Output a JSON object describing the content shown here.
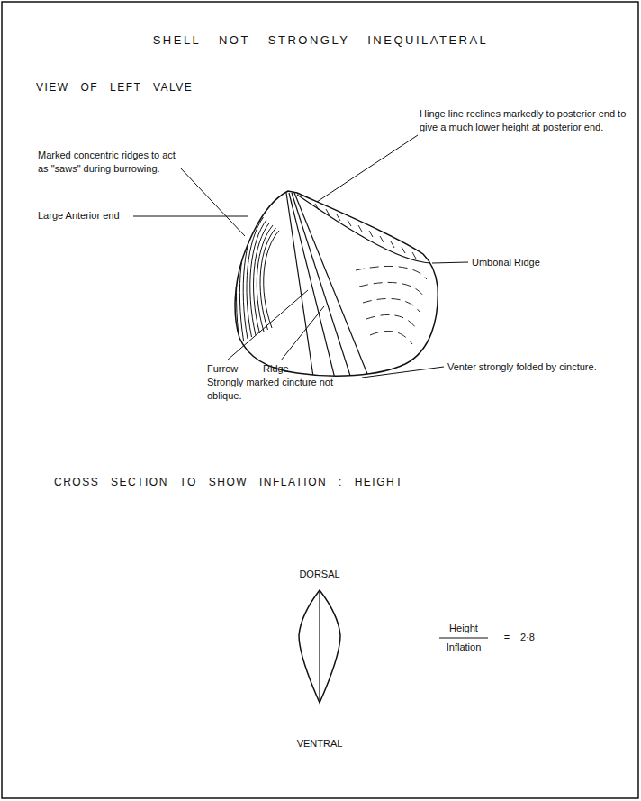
{
  "diagram": {
    "title": "SHELL NOT STRONGLY INEQUILATERAL",
    "labels": [
      "VIEW OF LEFT VALVE",
      "Marked concentric ridges to act as \"saws\" during burrowing.",
      "Large Anterior end",
      "Hinge line reclines markedly to posterior end to give a much lower height at posterior end.",
      "Umbonal Ridge",
      "Furrow",
      "Ridge",
      "Strongly marked cincture not oblique.",
      "Venter strongly folded by cincture.",
      "CROSS SECTION TO SHOW INFLATION : HEIGHT",
      "DORSAL",
      "VENTRAL",
      "Height",
      "Inflation",
      "=",
      "2·8"
    ]
  }
}
